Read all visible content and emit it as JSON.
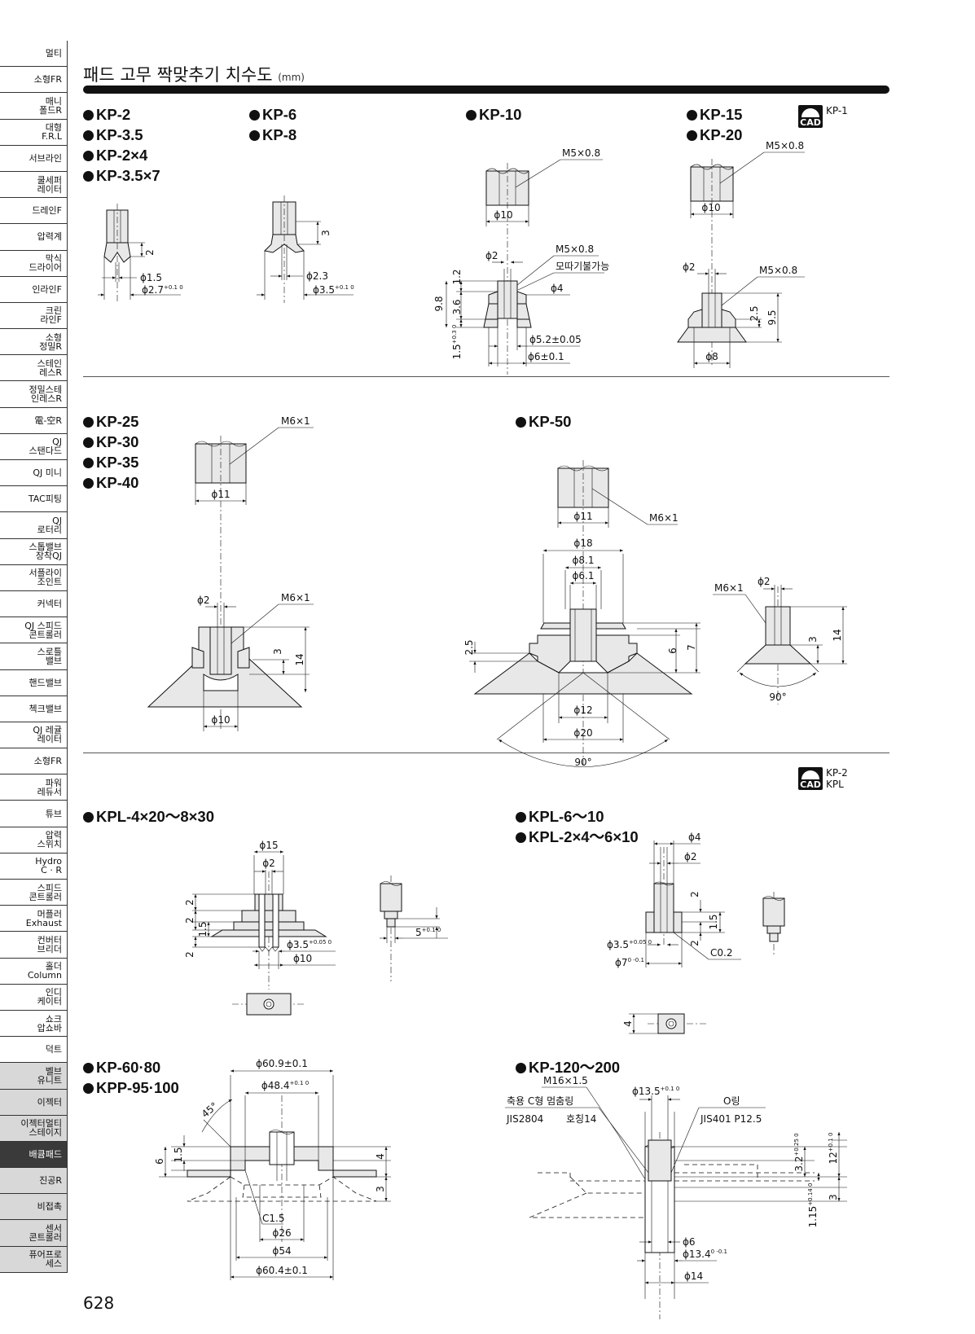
{
  "sidebar": {
    "items": [
      {
        "label": "멀티",
        "style": "normal"
      },
      {
        "label": "소형FR",
        "style": "normal"
      },
      {
        "label": "매니\n폴드R",
        "style": "normal"
      },
      {
        "label": "대형\nF.R.L",
        "style": "normal"
      },
      {
        "label": "서브라인",
        "style": "normal"
      },
      {
        "label": "쿨세퍼\n레이터",
        "style": "normal"
      },
      {
        "label": "드레인F",
        "style": "normal"
      },
      {
        "label": "압력계",
        "style": "normal"
      },
      {
        "label": "막식\n드라이어",
        "style": "normal"
      },
      {
        "label": "인라인F",
        "style": "normal"
      },
      {
        "label": "크린\n라인F",
        "style": "normal"
      },
      {
        "label": "소형\n정밀R",
        "style": "normal"
      },
      {
        "label": "스테인\n레스R",
        "style": "normal"
      },
      {
        "label": "정밀스테\n인레스R",
        "style": "normal"
      },
      {
        "label": "電-空R",
        "style": "normal"
      },
      {
        "label": "QJ\n스탠다드",
        "style": "normal"
      },
      {
        "label": "QJ 미니",
        "style": "normal"
      },
      {
        "label": "TAC피팅",
        "style": "normal"
      },
      {
        "label": "QJ\n로터리",
        "style": "normal"
      },
      {
        "label": "스톱밸브\n장착QJ",
        "style": "normal"
      },
      {
        "label": "서플라이\n조인트",
        "style": "normal"
      },
      {
        "label": "커넥터",
        "style": "normal"
      },
      {
        "label": "QJ 스피드\n콘트롤러",
        "style": "normal"
      },
      {
        "label": "스로틀\n밸브",
        "style": "normal"
      },
      {
        "label": "핸드밸브",
        "style": "normal"
      },
      {
        "label": "첵크밸브",
        "style": "normal"
      },
      {
        "label": "QJ 레귤\n레이터",
        "style": "normal"
      },
      {
        "label": "소형FR",
        "style": "normal"
      },
      {
        "label": "파워\n레듀서",
        "style": "normal"
      },
      {
        "label": "튜브",
        "style": "normal"
      },
      {
        "label": "압력\n스위치",
        "style": "normal"
      },
      {
        "label": "Hydro\nC · R",
        "style": "normal"
      },
      {
        "label": "스피드\n콘트롤러",
        "style": "normal"
      },
      {
        "label": "머플러\nExhaust",
        "style": "normal"
      },
      {
        "label": "컨버터\n브리더",
        "style": "normal"
      },
      {
        "label": "홀더\nColumn",
        "style": "normal"
      },
      {
        "label": "인디\n케이터",
        "style": "normal"
      },
      {
        "label": "쇼크\n압쇼바",
        "style": "normal"
      },
      {
        "label": "덕트",
        "style": "normal"
      },
      {
        "label": "벨브\n유니트",
        "style": "shade"
      },
      {
        "label": "이젝터",
        "style": "shade"
      },
      {
        "label": "이젝터멀티\n스테이지",
        "style": "shade"
      },
      {
        "label": "배큠패드",
        "style": "active"
      },
      {
        "label": "진공R",
        "style": "shade"
      },
      {
        "label": "비접촉",
        "style": "shade"
      },
      {
        "label": "센서\n콘트롤러",
        "style": "shade"
      },
      {
        "label": "퓨어프로\n세스",
        "style": "shade"
      }
    ]
  },
  "header": {
    "title": "패드 고무 짝맞추기 치수도",
    "unit": "(mm)"
  },
  "page_number": "628",
  "cad_badges": [
    {
      "icon": "CAD",
      "lines": [
        "KP-1"
      ]
    },
    {
      "icon": "CAD",
      "lines": [
        "KP-2",
        "KPL"
      ]
    }
  ],
  "models": {
    "g1": [
      "KP-2",
      "KP-3.5",
      "KP-2×4",
      "KP-3.5×7"
    ],
    "g2": [
      "KP-6",
      "KP-8"
    ],
    "g3": [
      "KP-10"
    ],
    "g4": [
      "KP-15",
      "KP-20"
    ],
    "g5": [
      "KP-25",
      "KP-30",
      "KP-35",
      "KP-40"
    ],
    "g6": [
      "KP-50"
    ],
    "g7": [
      "KPL-4×20～8×30"
    ],
    "g8": [
      "KPL-6～10",
      "KPL-2×4～6×10"
    ],
    "g9": [
      "KP-60·80",
      "KPP-95·100"
    ],
    "g10": [
      "KP-120～200"
    ]
  },
  "dims": {
    "d1_h": "2",
    "d1_a": "ϕ1.5",
    "d1_b": "ϕ2.7",
    "d1_b_tol": "+0.1 0",
    "d2_h": "3",
    "d2_a": "ϕ2.3",
    "d2_b": "ϕ3.5",
    "d2_b_tol": "+0.1 0",
    "d3_thread1": "M5×0.8",
    "d3_d10": "ϕ10",
    "d3_d2": "ϕ2",
    "d3_thread2": "M5×0.8",
    "d3_note": "모따기불가능",
    "d3_d4": "ϕ4",
    "d3_h98": "9.8",
    "d3_h12": "1.2",
    "d3_h36": "3.6",
    "d3_h15": "1.5",
    "d3_h15_tol": "+0.3 0",
    "d3_d52": "ϕ5.2±0.05",
    "d3_d6": "ϕ6±0.1",
    "d4_thread1": "M5×0.8",
    "d4_d10": "ϕ10",
    "d4_d2": "ϕ2",
    "d4_thread2": "M5×0.8",
    "d4_h25": "2.5",
    "d4_h95": "9.5",
    "d4_d8": "ϕ8",
    "d5_thread1": "M6×1",
    "d5_d11": "ϕ11",
    "d5_d2": "ϕ2",
    "d5_thread2": "M6×1",
    "d5_h3": "3",
    "d5_h14": "14",
    "d5_d10": "ϕ10",
    "d6_d11": "ϕ11",
    "d6_thread": "M6×1",
    "d6_d18": "ϕ18",
    "d6_d81": "ϕ8.1",
    "d6_d61": "ϕ6.1",
    "d6_h25": "2.5",
    "d6_h6": "6",
    "d6_h7": "7",
    "d6_d12": "ϕ12",
    "d6_d20": "ϕ20",
    "d6_ang": "90°",
    "d6b_d2": "ϕ2",
    "d6b_thread": "M6×1",
    "d6b_h3": "3",
    "d6b_h14": "14",
    "d6b_ang": "90°",
    "d7_d15": "ϕ15",
    "d7_d2": "ϕ2",
    "d7_h2a": "2",
    "d7_h2b": "2",
    "d7_h15": "1.5",
    "d7_h2c": "2",
    "d7_d35": "ϕ3.5",
    "d7_d35_tol": "+0.05 0",
    "d7_d10": "ϕ10",
    "d7_h5": "5",
    "d7_h5_tol": "+0.1 0",
    "d8_d4": "ϕ4",
    "d8_d2": "ϕ2",
    "d8_h2a": "2",
    "d8_h15": "1.5",
    "d8_h2b": "2",
    "d8_d35": "ϕ3.5",
    "d8_d35_tol": "+0.05 0",
    "d8_d7": "ϕ7",
    "d8_d7_tol": "0 -0.1",
    "d8_c02": "C0.2",
    "d8_h4": "4",
    "d9_d609": "ϕ60.9±0.1",
    "d9_d484": "ϕ48.4",
    "d9_d484_tol": "+0.1 0",
    "d9_ang": "45°",
    "d9_h15": "1.5",
    "d9_h6": "6",
    "d9_h4": "4",
    "d9_h3": "3",
    "d9_c15": "C1.5",
    "d9_d26": "ϕ26",
    "d9_d54": "ϕ54",
    "d9_d604": "ϕ60.4±0.1",
    "d10_thread": "M16×1.5",
    "d10_ring": "축용 C형 멈춤링",
    "d10_jis1": "JIS2804",
    "d10_size1": "호칭14",
    "d10_d135": "ϕ13.5",
    "d10_d135_tol": "+0.1 0",
    "d10_oring": "O링",
    "d10_jis2": "JIS401 P12.5",
    "d10_h32": "3.2",
    "d10_h32_tol": "+0.25 0",
    "d10_h12": "12",
    "d10_h12_tol": "+0.1 0",
    "d10_h3": "3",
    "d10_h115": "1.15",
    "d10_h115_tol": "+0.14 0",
    "d10_d6": "ϕ6",
    "d10_d134": "ϕ13.4",
    "d10_d134_tol": "0 -0.1",
    "d10_d14": "ϕ14"
  }
}
